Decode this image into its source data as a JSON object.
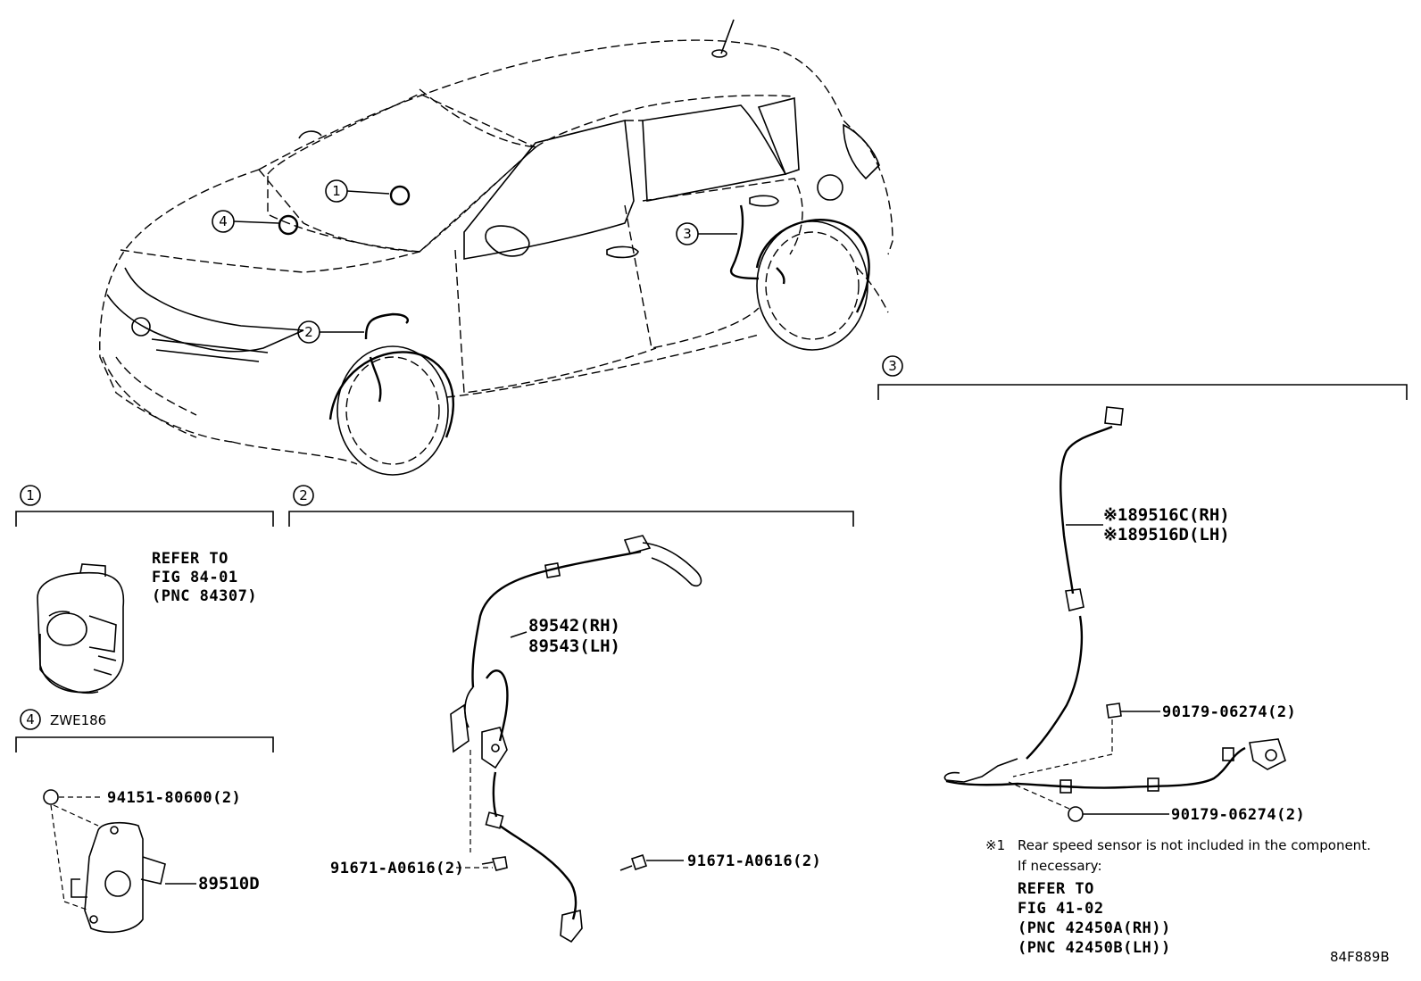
{
  "diagram_id": "84F889B",
  "callouts": {
    "c1": "1",
    "c2": "2",
    "c3": "3",
    "c4": "4"
  },
  "section1": {
    "number": "1",
    "refer_lines": [
      "REFER TO",
      "FIG 84-01",
      "(PNC 84307)"
    ]
  },
  "section2": {
    "number": "2",
    "part_rh": "89542(RH)",
    "part_lh": "89543(LH)",
    "bolt_left": "91671-A0616(2)",
    "bolt_right": "91671-A0616(2)"
  },
  "section3": {
    "number": "3",
    "part_rh": "※189516C(RH)",
    "part_lh": "※189516D(LH)",
    "bolt_upper": "90179-06274(2)",
    "bolt_lower": "90179-06274(2)",
    "note_mark": "※1",
    "note_text": "Rear speed sensor is not included in the component.",
    "note_text2": "If necessary:",
    "refer_lines": [
      "REFER TO",
      "FIG 41-02",
      "(PNC 42450A(RH))",
      "(PNC 42450B(LH))"
    ]
  },
  "section4": {
    "number": "4",
    "model": "ZWE186",
    "bolt": "94151-80600(2)",
    "part": "89510D"
  }
}
